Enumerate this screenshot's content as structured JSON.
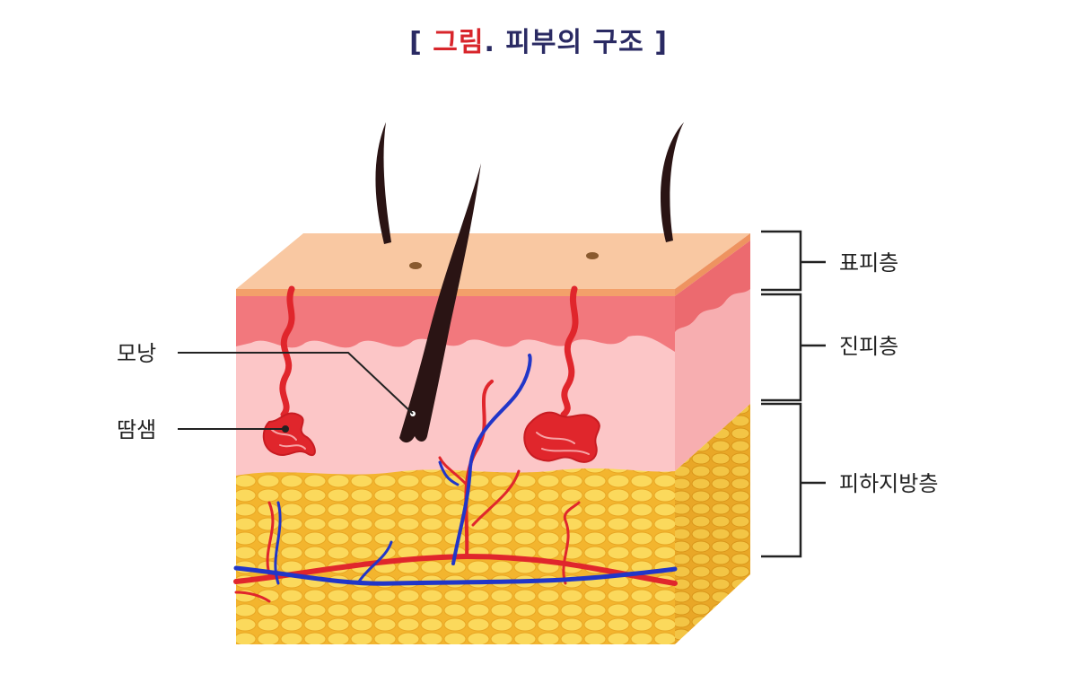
{
  "title": {
    "open_bracket": "[",
    "accent": "그림",
    "rest": ". 피부의 구조",
    "close_bracket": "]"
  },
  "labels": {
    "epidermis": "표피층",
    "dermis": "진피층",
    "subcutaneous": "피하지방층",
    "hair_follicle": "모낭",
    "sweat_gland": "땀샘"
  },
  "colors": {
    "title": "#2a2a63",
    "title_accent": "#d8252b",
    "epidermis": "#f9c7a0",
    "dermis_top": "#f27c80",
    "dermis": "#fbc3c5",
    "fat": "#f6c64a",
    "artery": "#e0262c",
    "vein": "#2136c8",
    "hair": "#2a1414"
  }
}
